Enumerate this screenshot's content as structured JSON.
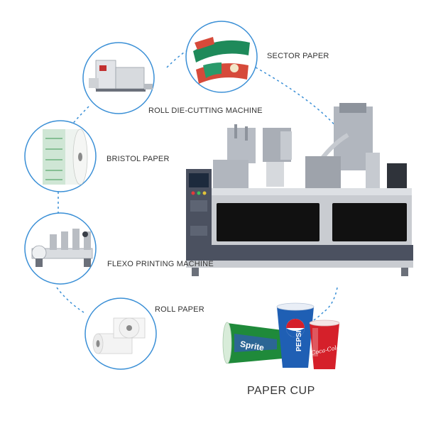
{
  "stages": [
    {
      "id": "sector-paper",
      "label": "SECTOR PAPER"
    },
    {
      "id": "roll-die-cutting-machine",
      "label": "ROLL DIE-CUTTING MACHINE"
    },
    {
      "id": "bristol-paper",
      "label": "BRISTOL PAPER"
    },
    {
      "id": "flexo-printing-machine",
      "label": "FLEXO PRINTING MACHINE"
    },
    {
      "id": "roll-paper",
      "label": "ROLL PAPER"
    }
  ],
  "product": {
    "label": "PAPER CUP"
  },
  "cup_prints": {
    "sprite": "Sprite",
    "pepsi": "PEPSI",
    "coke": "Coca-Cola"
  },
  "colors": {
    "ring": "#3a8fd6",
    "dash": "#3a8fd6",
    "machine_frame": "#c9ccd1",
    "machine_panel": "#111111",
    "machine_base": "#4b5160",
    "pepsi_blue": "#1f5fb4",
    "coke_red": "#d5202a",
    "sprite_green": "#1f8a3a"
  }
}
